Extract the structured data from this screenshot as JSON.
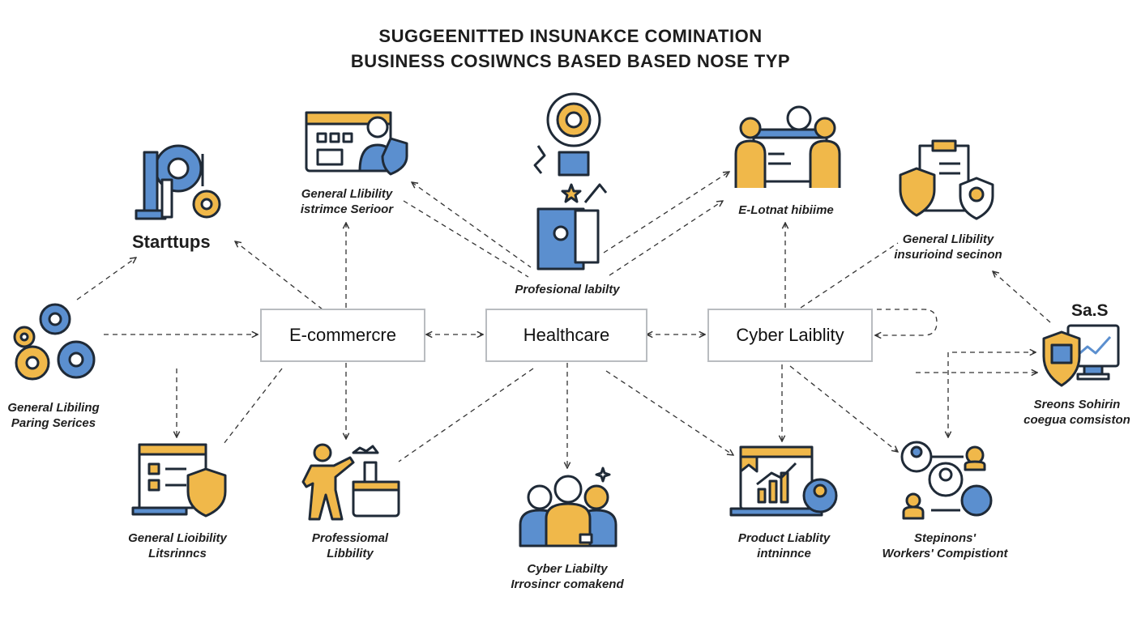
{
  "title": {
    "line1": "SUGGEENITTED INSUNAKCE COMINATION",
    "line2": "BUSINESS COSIWNCS BASED BASED NOSE TYP"
  },
  "hubs": {
    "ecommerce": "E-commercre",
    "healthcare": "Healthcare",
    "cyber": "Cyber Laiblity"
  },
  "nodes": {
    "startups": {
      "title": "Starttups"
    },
    "saas": {
      "title": "Sa.S"
    },
    "general_top": {
      "line1": "General Llibility",
      "line2": "istrimce Serioor"
    },
    "professional_top": {
      "line1": "Profesional labilty"
    },
    "elotnat": {
      "line1": "E-Lotnat hibiime"
    },
    "general_right": {
      "line1": "General Llibility",
      "line2": "insurioind secinon"
    },
    "general_left": {
      "line1": "General Libiling",
      "line2": "Paring Serices"
    },
    "saas_label": {
      "line1": "Sreons Sohirin",
      "line2": "coegua comsiston"
    },
    "general_bottom": {
      "line1": "General Lioibility",
      "line2": "Litsrinncs"
    },
    "professional_bottom": {
      "line1": "Professiomal",
      "line2": "Libbility"
    },
    "cyber_bottom": {
      "line1": "Cyber Liabilty",
      "line2": "Irrosincr comakend"
    },
    "product": {
      "line1": "Product Liablity",
      "line2": "intninnce"
    },
    "workers": {
      "line1": "Stepinons'",
      "line2": "Workers' Compistiont"
    }
  },
  "icons": {
    "startups": "gears-tower-icon",
    "general_top": "browser-shield-user-icon",
    "professional_top": "gear-target-document-icon",
    "elotnat": "people-screen-icon",
    "general_right": "clipboard-shield-icon",
    "general_left": "gears-cluster-icon",
    "saas": "monitor-shield-chart-icon",
    "general_bottom": "checklist-shield-icon",
    "professional_bottom": "person-presenting-icon",
    "cyber_bottom": "group-people-icon",
    "product": "laptop-chart-icon",
    "workers": "network-people-icon"
  },
  "colors": {
    "blue": "#5b8fcf",
    "orange": "#f0b84a",
    "outline": "#1f2a37",
    "box_border": "#b9bcc0"
  }
}
